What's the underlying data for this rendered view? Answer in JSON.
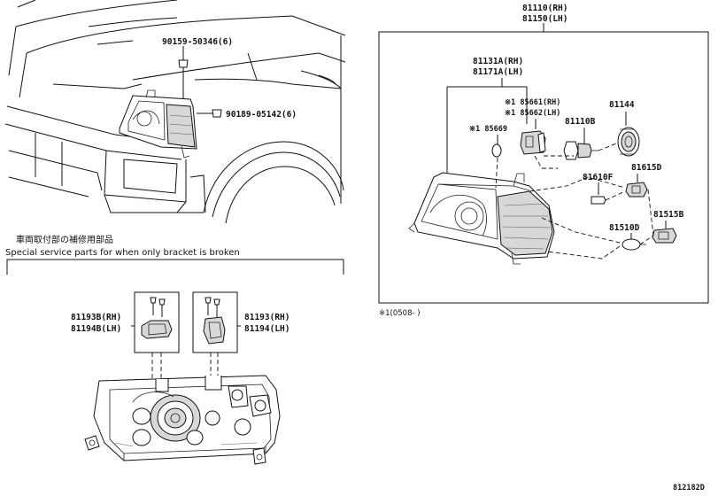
{
  "parts": {
    "assy_rh": "81110(RH)",
    "assy_lh": "81150(LH)",
    "lens_rh": "81131A(RH)",
    "lens_lh": "81171A(LH)",
    "socket_rh": "※1 85661(RH)",
    "socket_lh": "※1 85662(LH)",
    "socket_cover": "※1 85669",
    "bulb_main": "81110B",
    "bulb_cap": "81144",
    "bulb_side": "81610F",
    "socket_side": "81615D",
    "bulb_turn": "81510D",
    "socket_turn": "81515B",
    "bolt_upper": "90159-50346(6)",
    "bolt_lower": "90189-05142(6)",
    "bracket_left_rh": "81193B(RH)",
    "bracket_left_lh": "81194B(LH)",
    "bracket_right_rh": "81193(RH)",
    "bracket_right_lh": "81194(LH)"
  },
  "service": {
    "title_jp": "車両取付部の補修用部品",
    "title_en": "Special service parts for when only bracket is broken"
  },
  "footnote": "※1(0508-     )",
  "diagram_id": "812182D"
}
